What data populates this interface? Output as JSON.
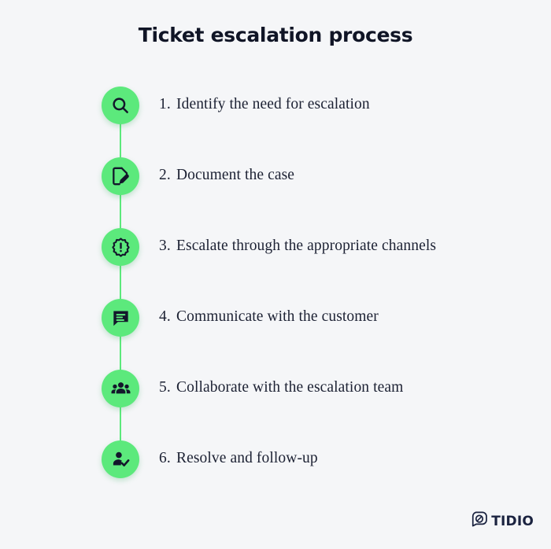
{
  "header": {
    "title": "Ticket escalation process"
  },
  "colors": {
    "background": "#f5f6f8",
    "accent_green": "#5ce97c",
    "icon_dark": "#13172b",
    "text_dark": "#1c2133",
    "title_dark": "#101526",
    "logo_dark": "#1b2340"
  },
  "steps": [
    {
      "number": "1.",
      "label": "Identify the need for escalation",
      "icon": "search-icon"
    },
    {
      "number": "2.",
      "label": "Document the case",
      "icon": "document-edit-icon"
    },
    {
      "number": "3.",
      "label": "Escalate through the appropriate channels",
      "icon": "alert-badge-icon"
    },
    {
      "number": "4.",
      "label": "Communicate with the customer",
      "icon": "chat-bubble-icon"
    },
    {
      "number": "5.",
      "label": "Collaborate with the escalation team",
      "icon": "people-group-icon"
    },
    {
      "number": "6.",
      "label": "Resolve and follow-up",
      "icon": "person-check-icon"
    }
  ],
  "logo": {
    "mark": "tidio-bubble-icon",
    "wordmark": "TIDIO"
  }
}
